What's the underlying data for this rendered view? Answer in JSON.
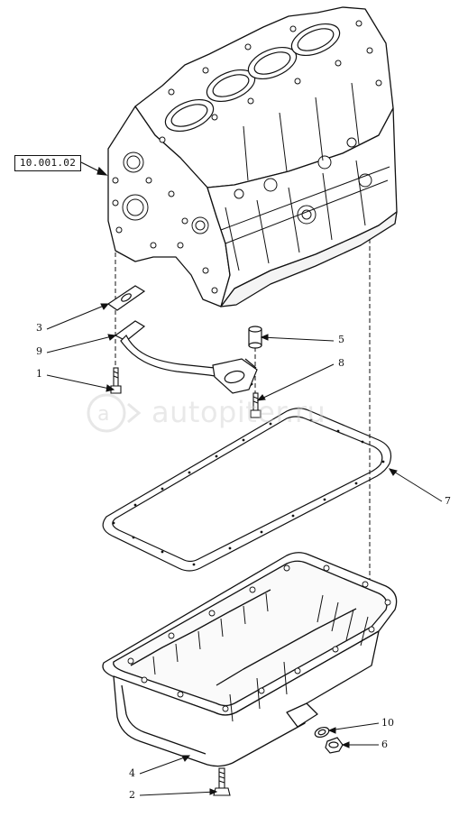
{
  "reference_box": "10.001.02",
  "watermark_text": "autopiter.ru",
  "callouts": [
    {
      "id": "c3",
      "label": "3"
    },
    {
      "id": "c9",
      "label": "9"
    },
    {
      "id": "c1",
      "label": "1"
    },
    {
      "id": "c5",
      "label": "5"
    },
    {
      "id": "c8",
      "label": "8"
    },
    {
      "id": "c7",
      "label": "7"
    },
    {
      "id": "c10",
      "label": "10"
    },
    {
      "id": "c6",
      "label": "6"
    },
    {
      "id": "c4",
      "label": "4"
    },
    {
      "id": "c2",
      "label": "2"
    }
  ]
}
